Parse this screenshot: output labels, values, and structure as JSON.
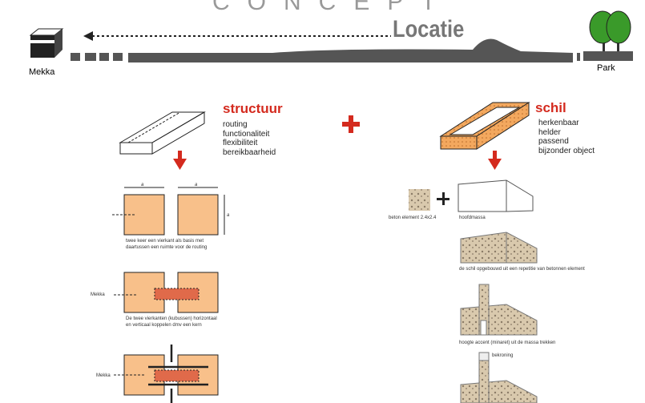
{
  "header": {
    "title": "CONCEPT",
    "locatie": "Locatie",
    "mekka": "Mekka",
    "park": "Park"
  },
  "structuur": {
    "title": "structuur",
    "items": [
      "routing",
      "functionaliteit",
      "flexibiliteit",
      "bereikbaarheid"
    ],
    "dim_a": "a",
    "step1": [
      "twee keer een vierkant als basis met",
      "daartussen een ruimte voor de routing"
    ],
    "mekka": "Mekka",
    "step2": [
      "De twee vierkanten (kubussen) horizontaal",
      "en verticaal koppelen dmv een kern"
    ]
  },
  "schil": {
    "title": "schil",
    "items": [
      "herkenbaar",
      "helder",
      "passend",
      "bijzonder object"
    ],
    "beton": "beton element 2.4x2.4",
    "hoofdmassa": "hoofdmassa",
    "step1": "de schil opgebouwd uit een repetitie van betonnen element",
    "step2": "hoogte accent (minaret) uit de massa trekken",
    "bekroning": "bekroning"
  },
  "colors": {
    "red": "#d42a1e",
    "orange": "#f8c08a",
    "core": "#e06a4a",
    "stone": "#d9c9ad"
  }
}
